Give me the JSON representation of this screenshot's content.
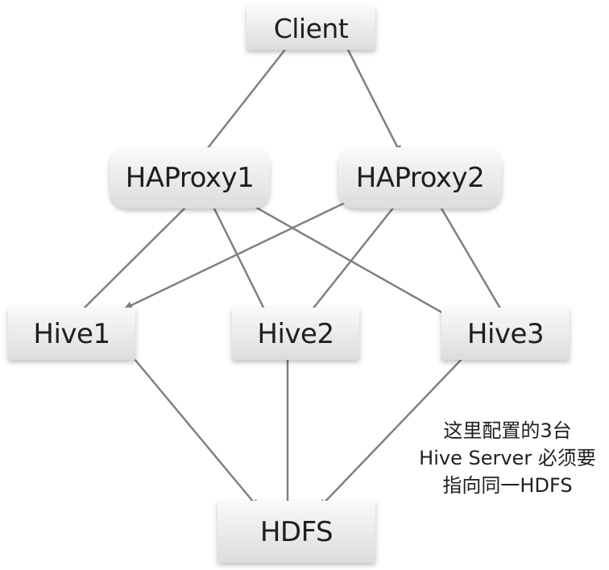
{
  "nodes": {
    "client": "Client",
    "haproxy1": "HAProxy1",
    "haproxy2": "HAProxy2",
    "hive1": "Hive1",
    "hive2": "Hive2",
    "hive3": "Hive3",
    "hdfs": "HDFS"
  },
  "note": {
    "line1": "这里配置的3台",
    "line2": "Hive Server 必须要",
    "line3": "指向同一HDFS"
  },
  "edges": [
    {
      "from": "Client",
      "to": "HAProxy1"
    },
    {
      "from": "Client",
      "to": "HAProxy2"
    },
    {
      "from": "HAProxy1",
      "to": "Hive1"
    },
    {
      "from": "HAProxy1",
      "to": "Hive2"
    },
    {
      "from": "HAProxy1",
      "to": "Hive3"
    },
    {
      "from": "HAProxy2",
      "to": "Hive1"
    },
    {
      "from": "HAProxy2",
      "to": "Hive2"
    },
    {
      "from": "HAProxy2",
      "to": "Hive3"
    },
    {
      "from": "Hive1",
      "to": "HDFS"
    },
    {
      "from": "Hive2",
      "to": "HDFS"
    },
    {
      "from": "Hive3",
      "to": "HDFS"
    }
  ],
  "colors": {
    "arrow": "#808080",
    "text": "#1f1f1f"
  }
}
